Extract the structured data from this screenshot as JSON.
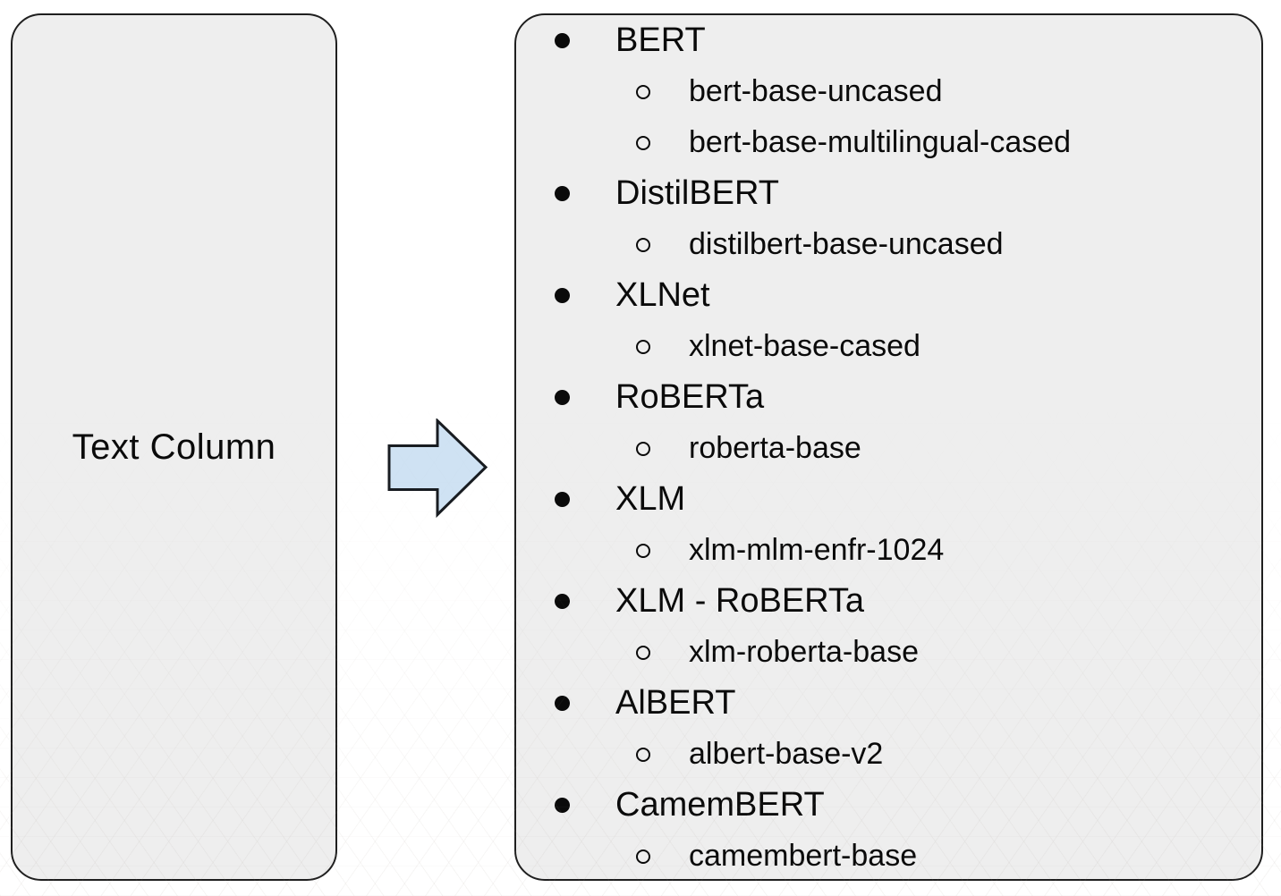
{
  "left_box": {
    "label": "Text Column"
  },
  "arrow": {
    "icon": "right-block-arrow"
  },
  "model_list": {
    "items": [
      {
        "label": "BERT",
        "children": [
          "bert-base-uncased",
          "bert-base-multilingual-cased"
        ]
      },
      {
        "label": "DistilBERT",
        "children": [
          "distilbert-base-uncased"
        ]
      },
      {
        "label": "XLNet",
        "children": [
          "xlnet-base-cased"
        ]
      },
      {
        "label": "RoBERTa",
        "children": [
          "roberta-base"
        ]
      },
      {
        "label": "XLM",
        "children": [
          "xlm-mlm-enfr-1024"
        ]
      },
      {
        "label": "XLM - RoBERTa",
        "children": [
          "xlm-roberta-base"
        ]
      },
      {
        "label": "AlBERT",
        "children": [
          "albert-base-v2"
        ]
      },
      {
        "label": "CamemBERT",
        "children": [
          "camembert-base"
        ]
      }
    ]
  },
  "colors": {
    "box_fill": "#eeeeee",
    "box_border": "#1f1f1f",
    "arrow_fill": "#cfe2f3",
    "arrow_border": "#181c21",
    "text": "#0a0a0a"
  }
}
